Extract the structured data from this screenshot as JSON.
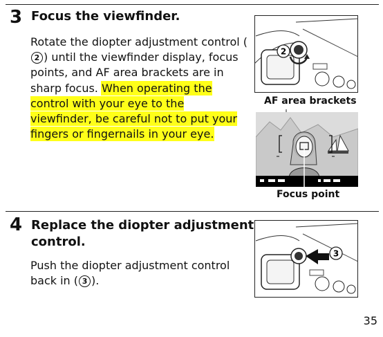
{
  "step3": {
    "number": "3",
    "title": "Focus the viewfinder.",
    "body_before": "Rotate the diopter adjustment control (",
    "circle": "2",
    "body_middle": ") until the viewfinder display, focus points, and AF area brackets are in sharp focus.",
    "body_highlight": "When operating the control with your eye to the viewfinder, be careful not to put your fingers or fingernails in your eye.",
    "figure_callout": "2",
    "af_label": "AF area brackets",
    "focus_label": "Focus point"
  },
  "step4": {
    "number": "4",
    "title_line1": "Replace the diopter adjustment",
    "title_line2": "control.",
    "body_before": "Push the diopter adjustment control back in (",
    "circle": "3",
    "body_after": ").",
    "figure_callout": "3"
  },
  "page_number": "35",
  "colors": {
    "highlight": "#ffff19",
    "viewfinder_bg": "#d9d9d9",
    "status_bar": "#000000"
  }
}
